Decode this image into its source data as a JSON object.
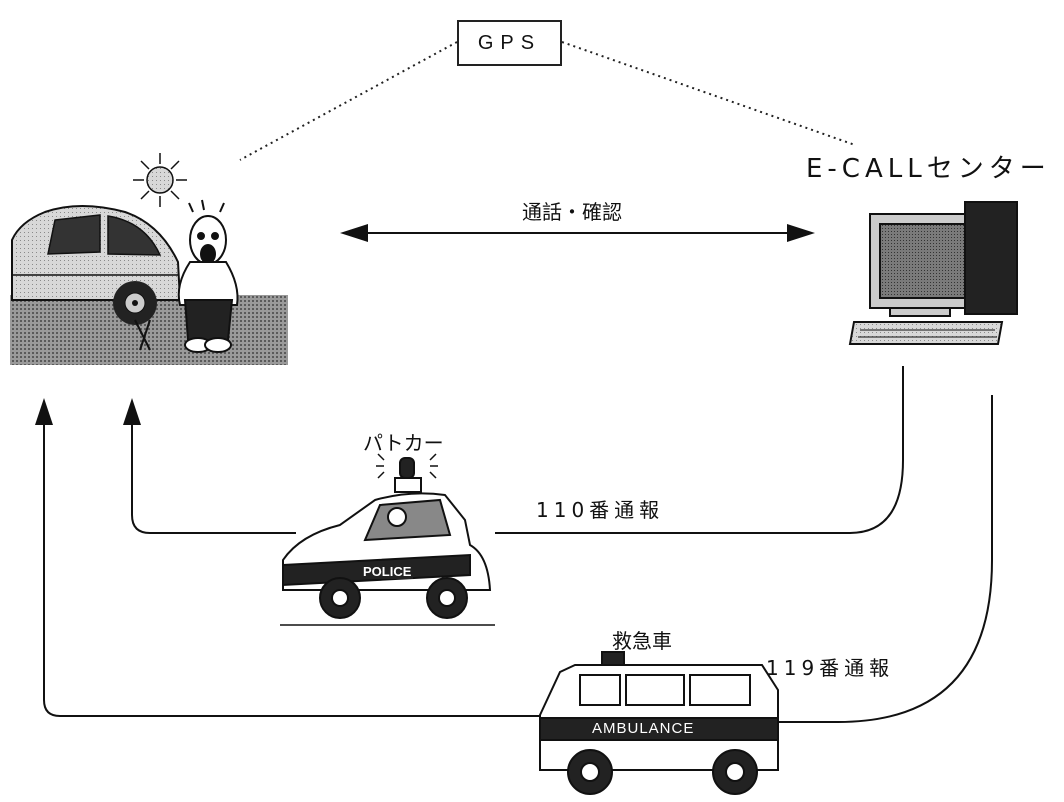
{
  "gps_label": "GPS",
  "ecall_center_label": "E-CALLセンター",
  "call_confirm_label": "通話・確認",
  "patrol_car_label": "パトカー",
  "report_110_label": "110番通報",
  "ambulance_label": "救急車",
  "report_119_label": "119番通報",
  "police_text": "POLICE",
  "ambulance_text": "AMBULANCE"
}
